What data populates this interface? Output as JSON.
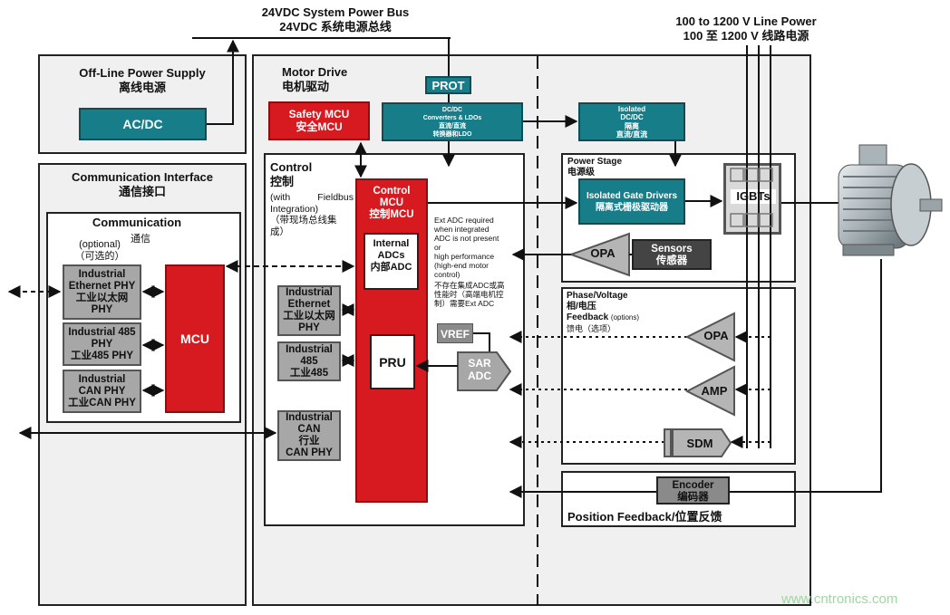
{
  "bus": {
    "line1": "24VDC System Power Bus",
    "line2": "24VDC 系统电源总线"
  },
  "line_power": {
    "line1": "100 to 1200 V Line Power",
    "line2": "100 至 1200 V 线路电源"
  },
  "offline": {
    "title1": "Off-Line Power Supply",
    "title2": "离线电源",
    "acdc": "AC/DC"
  },
  "comm_interface": {
    "title1": "Communication Interface",
    "title2": "通信接口"
  },
  "communication": {
    "title": "Communication",
    "title_cn": "通信",
    "optional1": "(optional)",
    "optional2": "（可选的）",
    "eth_phy": [
      "Industrial",
      "Ethernet PHY",
      "工业以太网",
      "PHY"
    ],
    "rs485_phy": [
      "Industrial 485",
      "PHY",
      "工业485 PHY"
    ],
    "can_phy": [
      "Industrial",
      "CAN PHY",
      "工业CAN PHY"
    ],
    "mcu": "MCU"
  },
  "motor_drive": {
    "title1": "Motor Drive",
    "title2": "电机驱动"
  },
  "safety_mcu": {
    "line1": "Safety MCU",
    "line2": "安全MCU"
  },
  "prot": "PROT",
  "dcdc": {
    "line1": "DC/DC",
    "line2": "Converters & LDOs",
    "line3": "直流/直流",
    "line4": "转换器和LDO"
  },
  "isolated_dcdc": {
    "line1": "Isolated",
    "line2": "DC/DC",
    "line3": "隔离",
    "line4": "直流/直流"
  },
  "control": {
    "title1": "Control",
    "title2": "控制",
    "with1": "(with",
    "with2": "Fieldbus",
    "with3": "Integration)",
    "cn1": "（带现场总线集",
    "cn2": "成）"
  },
  "control_mcu": {
    "line1": "Control",
    "line2": "MCU",
    "line3": "控制MCU"
  },
  "internal_adc": {
    "line1": "Internal",
    "line2": "ADCs",
    "line3": "内部ADC"
  },
  "pru": "PRU",
  "eth_block": [
    "Industrial",
    "Ethernet",
    "工业以太网",
    "PHY"
  ],
  "rs485_block": [
    "Industrial",
    "485",
    "工业485"
  ],
  "can_block": [
    "Industrial",
    "CAN",
    "行业",
    "CAN PHY"
  ],
  "ext_adc_note": {
    "en": [
      "Ext ADC required",
      "when integrated",
      "ADC is not present or",
      "high performance",
      "(high-end motor",
      "control)"
    ],
    "cn": [
      "不存在集成ADC或高",
      "性能时（高端电机控",
      "制）需要Ext ADC"
    ]
  },
  "vref": "VREF",
  "sar_adc": {
    "line1": "SAR",
    "line2": "ADC"
  },
  "power_stage": {
    "title1": "Power Stage",
    "title2": "电源级",
    "gate1": "Isolated Gate Drivers",
    "gate2": "隔离式栅极驱动器",
    "opa": "OPA",
    "sensors1": "Sensors",
    "sensors2": "传感器"
  },
  "igbts": "IGBTs",
  "feedback": {
    "title1": "Phase/Voltage",
    "title2": "相/电压",
    "title3": "Feedback",
    "options": "(options)",
    "cut": "馈电（选项）",
    "opa": "OPA",
    "amp": "AMP",
    "sdm": "SDM"
  },
  "position": {
    "encoder1": "Encoder",
    "encoder2": "编码器",
    "title": "Position Feedback/位置反馈"
  },
  "watermark": "www.cntronics.com",
  "colors": {
    "teal": "#177e89",
    "red": "#d71920",
    "grey": "#a7a7a7",
    "dark": "#444444"
  }
}
